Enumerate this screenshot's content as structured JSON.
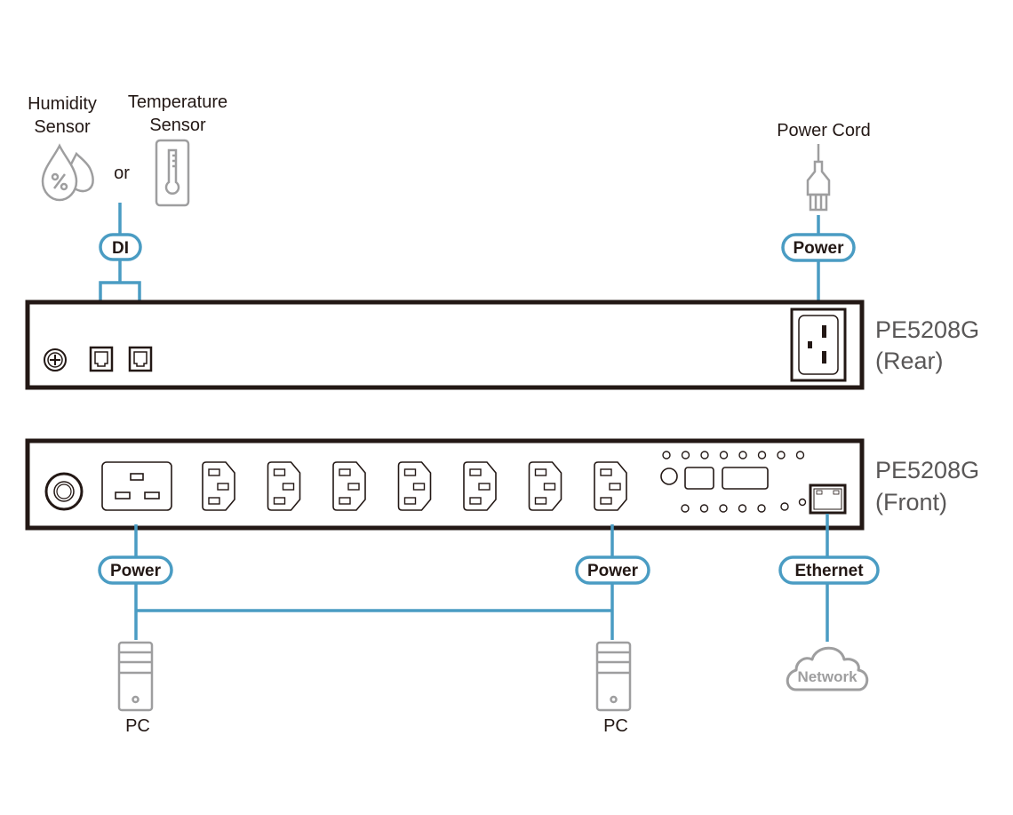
{
  "diagram": {
    "sensors": {
      "humidity_label_line1": "Humidity",
      "humidity_label_line2": "Sensor",
      "temperature_label_line1": "Temperature",
      "temperature_label_line2": "Sensor",
      "or_label": "or",
      "humidity_icon": "humidity-drop-icon",
      "temperature_icon": "thermometer-icon"
    },
    "power_cord": {
      "label": "Power Cord",
      "icon": "power-plug-icon"
    },
    "connection_labels": {
      "di": "DI",
      "rear_power": "Power",
      "front_power_left": "Power",
      "front_power_right": "Power",
      "ethernet": "Ethernet"
    },
    "devices": {
      "rear": {
        "model": "PE5208G",
        "view": "(Rear)"
      },
      "front": {
        "model": "PE5208G",
        "view": "(Front)"
      }
    },
    "front_panel": {
      "c13_outlet_count": 7,
      "top_led_count": 8,
      "bottom_led_count": 5
    },
    "endpoints": {
      "pc_left": "PC",
      "pc_right": "PC",
      "network": "Network"
    },
    "colors": {
      "connector": "#4a9cc3",
      "device_outline": "#231815",
      "icon_gray": "#9e9e9f",
      "model_text": "#595757"
    }
  }
}
